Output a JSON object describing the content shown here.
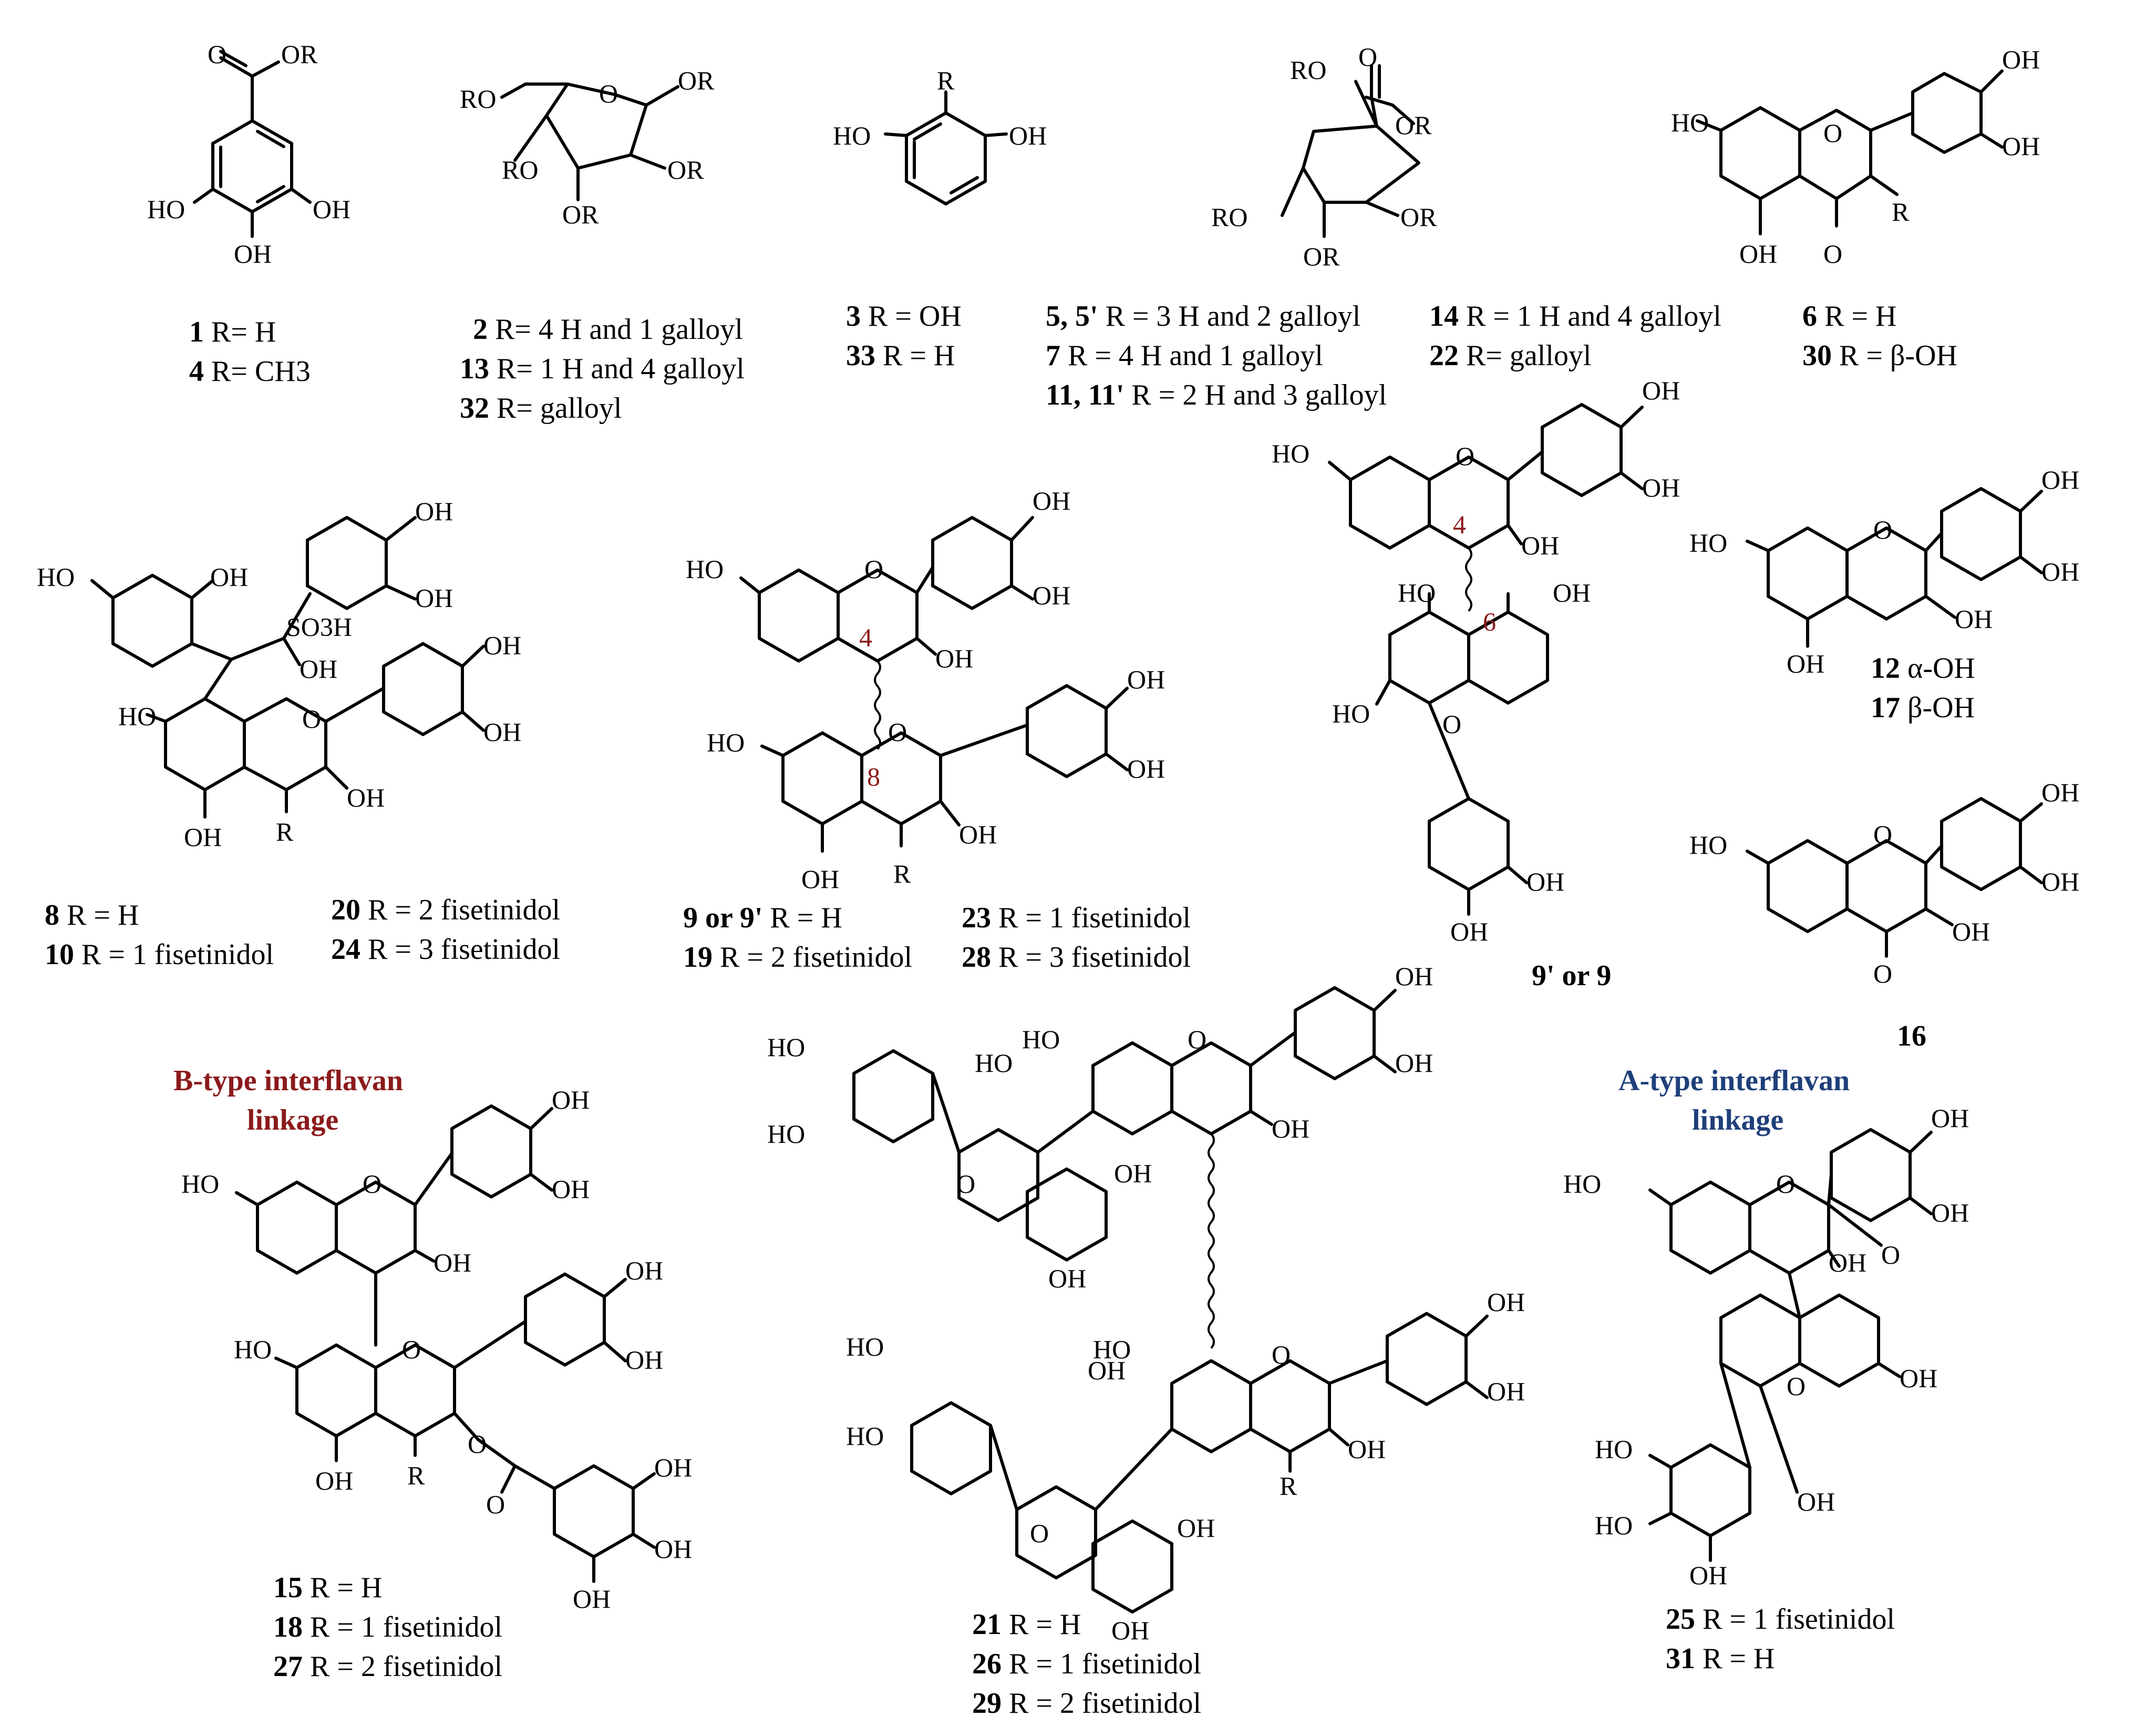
{
  "labels": {
    "oh": "OH",
    "ho": "HO",
    "o": "O",
    "r": "R",
    "or": "OR",
    "ro": "RO",
    "so3h": "SO3H",
    "n4": "4",
    "n6": "6",
    "n8": "8"
  },
  "captions": {
    "c1a": [
      "1",
      " R= H"
    ],
    "c1b": [
      "4",
      " R= CH3"
    ],
    "c2a": [
      "2",
      " R= 4 H and 1 galloyl"
    ],
    "c2b": [
      "13",
      " R= 1 H and 4 galloyl"
    ],
    "c2c": [
      "32",
      " R= galloyl"
    ],
    "c3a": [
      "3",
      "   R = OH"
    ],
    "c3b": [
      "33",
      " R = H"
    ],
    "c5a": [
      "5, 5'",
      " R = 3 H and 2 galloyl"
    ],
    "c5b": [
      "7",
      "  R = 4 H and 1 galloyl"
    ],
    "c5c": [
      "11, 11'",
      " R = 2 H and 3 galloyl"
    ],
    "c14a": [
      "14",
      " R = 1 H and 4 galloyl"
    ],
    "c14b": [
      "22",
      " R= galloyl"
    ],
    "c6a": [
      "6",
      " R = H"
    ],
    "c6b": [
      "30",
      " R = β-OH"
    ],
    "c8a": [
      "8",
      "   R = H"
    ],
    "c8b": [
      "10",
      " R = 1 fisetinidol"
    ],
    "c8c": [
      "20",
      " R = 2 fisetinidol"
    ],
    "c8d": [
      "24",
      " R = 3 fisetinidol"
    ],
    "c9a": [
      "9 or 9'",
      " R = H"
    ],
    "c9b": [
      "19",
      " R = 2 fisetinidol"
    ],
    "c9c": [
      "23",
      " R = 1 fisetinidol"
    ],
    "c9d": [
      "28",
      " R = 3 fisetinidol"
    ],
    "c9p": [
      "9' or 9",
      ""
    ],
    "c12a": [
      "12",
      " α-OH"
    ],
    "c12b": [
      "17",
      " β-OH"
    ],
    "c16": [
      "16",
      ""
    ],
    "c15a": [
      "15",
      " R = H"
    ],
    "c15b": [
      "18",
      " R = 1 fisetinidol"
    ],
    "c15c": [
      "27",
      " R = 2 fisetinidol"
    ],
    "c21a": [
      "21",
      " R = H"
    ],
    "c21b": [
      "26",
      " R = 1 fisetinidol"
    ],
    "c21c": [
      "29",
      " R = 2 fisetinidol"
    ],
    "c25a": [
      "25",
      " R = 1 fisetinidol"
    ],
    "c25b": [
      "31",
      " R = H"
    ]
  },
  "headings": {
    "btype_1": "B-type interflavan",
    "btype_2": "linkage",
    "atype_1": "A-type interflavan",
    "atype_2": "linkage"
  },
  "colors": {
    "b_type": "#8b1a1a",
    "a_type": "#1f3f7a",
    "ink": "#000000"
  }
}
